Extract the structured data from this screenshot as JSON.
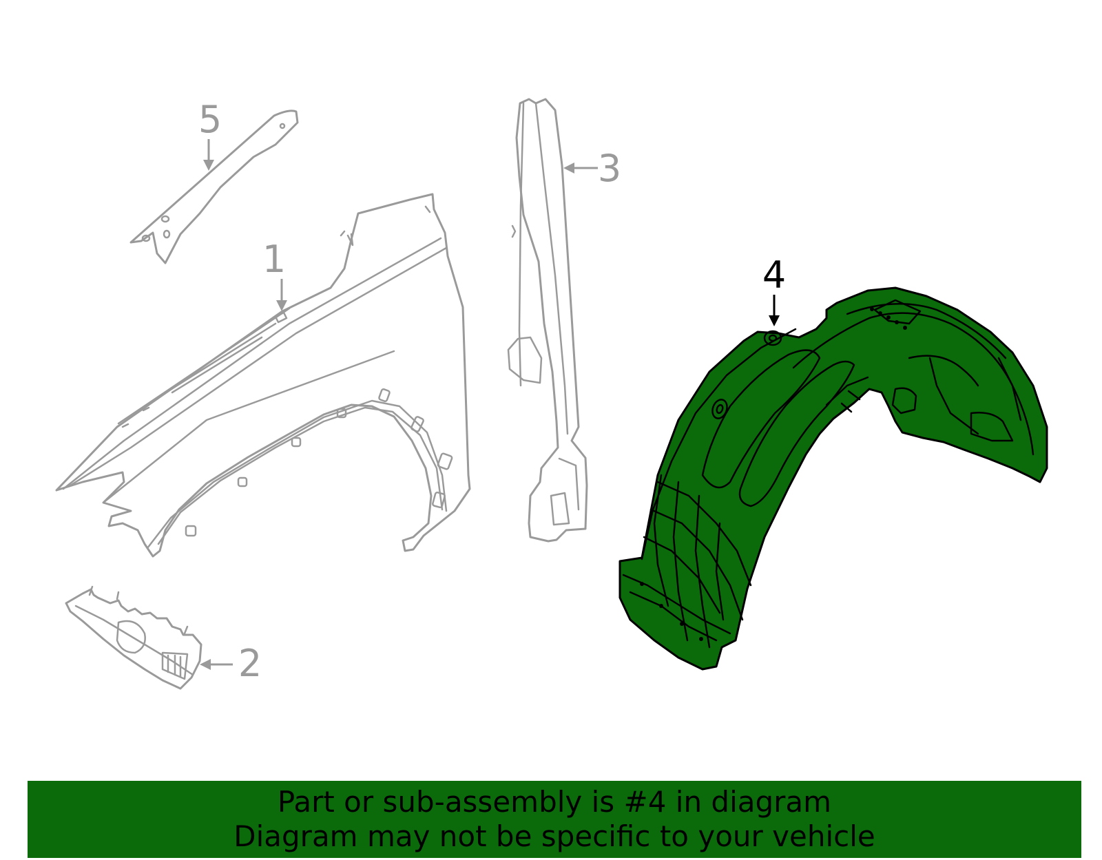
{
  "callouts": [
    {
      "id": "1",
      "label": "1",
      "highlighted": false
    },
    {
      "id": "2",
      "label": "2",
      "highlighted": false
    },
    {
      "id": "3",
      "label": "3",
      "highlighted": false
    },
    {
      "id": "4",
      "label": "4",
      "highlighted": true
    },
    {
      "id": "5",
      "label": "5",
      "highlighted": false
    }
  ],
  "banner": {
    "line1": "Part or sub-assembly is #4 in diagram",
    "line2": "Diagram may not be specific to your vehicle"
  },
  "colors": {
    "highlight_fill": "#0b6b0b",
    "banner_background": "#0b6b0b",
    "ghost_parts": "#9a9a9a",
    "highlight_outline": "#000000"
  }
}
